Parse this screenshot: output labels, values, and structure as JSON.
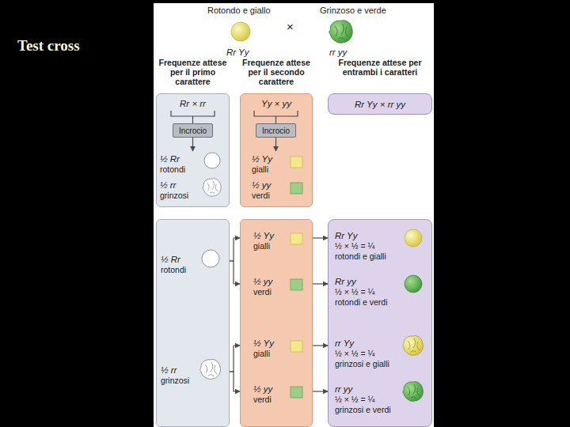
{
  "diagram": {
    "title": "Test cross",
    "nodes": [
      {
        "text": [
          "Rr × rr",
          "½ Rr",
          "rotondi",
          "½ rr",
          "grinzosi"
        ]
      },
      {
        "text": [
          "Incrocio"
        ],
        "in": 0
      },
      {
        "text": [
          "Yy × yy",
          "½ Yy",
          "gialli",
          "½ yy",
          "verdi"
        ]
      },
      {
        "text": [
          "Incrocio"
        ],
        "in": 2
      },
      {
        "text": [
          "Rr Yy × rr yy"
        ]
      },
      {
        "text": [
          "½ Rr",
          "rotondi",
          "½ rr",
          "grinzosi"
        ]
      },
      {
        "text": [
          "½ Yy",
          "gialli",
          "½ yy",
          "verdi",
          "½ Yy",
          "gialli",
          "½ yy",
          "verdi"
        ]
      },
      {
        "text": [
          "Rr Yy",
          "½ × ½ = ¼",
          "rotondi e gialli",
          "Rr yy",
          "½ × ½ = ¼",
          "rotondi e verdi",
          "rr Yy",
          "½ × ½ = ¼",
          "grinzosi e gialli",
          "rr yy",
          "½ × ½ = ¼",
          "grinzosi e verdi"
        ]
      }
    ],
    "edges": [
      {
        "from": 5,
        "to": 6,
        "arrow": "to"
      },
      {
        "from": 5,
        "to": 6,
        "arrow": "to"
      },
      {
        "from": 5,
        "to": 6,
        "arrow": "to"
      },
      {
        "from": 5,
        "to": 6,
        "arrow": "to"
      },
      {
        "from": 6,
        "to": 7,
        "arrow": "to"
      },
      {
        "from": 6,
        "to": 7,
        "arrow": "to"
      },
      {
        "from": 6,
        "to": 7,
        "arrow": "to"
      },
      {
        "from": 6,
        "to": 7,
        "arrow": "to"
      }
    ],
    "labels": [
      "Rotondo e giallo",
      "Grinzoso e verde",
      "×",
      "Rr Yy",
      "rr yy",
      "Frequenze attese per il primo carattere",
      "Frequenze attese per il secondo carattere",
      "Frequenze attese per entrambi i caratteri"
    ]
  }
}
